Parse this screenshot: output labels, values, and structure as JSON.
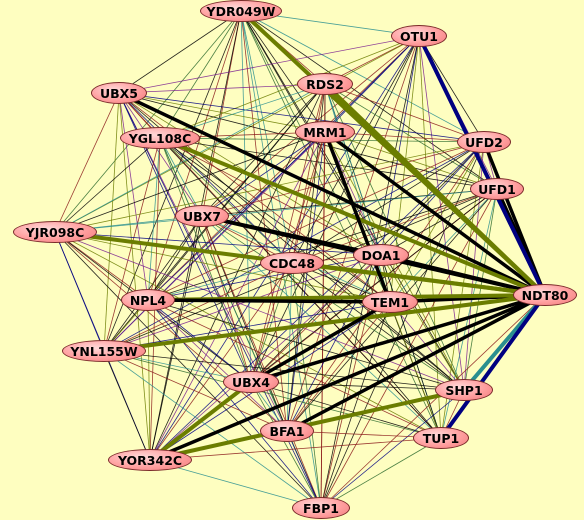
{
  "graph": {
    "background": "#fefec0",
    "node_fill": "#ff9f9f",
    "nodes": [
      {
        "id": "YDR049W",
        "label": "YDR049W"
      },
      {
        "id": "OTU1",
        "label": "OTU1"
      },
      {
        "id": "UBX5",
        "label": "UBX5"
      },
      {
        "id": "RDS2",
        "label": "RDS2"
      },
      {
        "id": "YGL108C",
        "label": "YGL108C"
      },
      {
        "id": "MRM1",
        "label": "MRM1"
      },
      {
        "id": "UFD2",
        "label": "UFD2"
      },
      {
        "id": "UFD1",
        "label": "UFD1"
      },
      {
        "id": "UBX7",
        "label": "UBX7"
      },
      {
        "id": "YJR098C",
        "label": "YJR098C"
      },
      {
        "id": "DOA1",
        "label": "DOA1"
      },
      {
        "id": "CDC48",
        "label": "CDC48"
      },
      {
        "id": "NDT80",
        "label": "NDT80"
      },
      {
        "id": "NPL4",
        "label": "NPL4"
      },
      {
        "id": "TEM1",
        "label": "TEM1"
      },
      {
        "id": "YNL155W",
        "label": "YNL155W"
      },
      {
        "id": "UBX4",
        "label": "UBX4"
      },
      {
        "id": "SHP1",
        "label": "SHP1"
      },
      {
        "id": "BFA1",
        "label": "BFA1"
      },
      {
        "id": "TUP1",
        "label": "TUP1"
      },
      {
        "id": "YOR342C",
        "label": "YOR342C"
      },
      {
        "id": "FBP1",
        "label": "FBP1"
      }
    ],
    "edge_colors": {
      "black": "#000000",
      "olive": "#6b7d00",
      "navy": "#000080",
      "teal": "#2a8f8f",
      "brown": "#8b1a1a",
      "purple": "#7a1f8f",
      "green": "#2e6b2e"
    },
    "thick_edges": [
      {
        "from": "NDT80",
        "to": "UBX5",
        "color": "black"
      },
      {
        "from": "NDT80",
        "to": "MRM1",
        "color": "black"
      },
      {
        "from": "NDT80",
        "to": "UBX7",
        "color": "black"
      },
      {
        "from": "NDT80",
        "to": "DOA1",
        "color": "black"
      },
      {
        "from": "NDT80",
        "to": "TEM1",
        "color": "black"
      },
      {
        "from": "NDT80",
        "to": "UBX4",
        "color": "black"
      },
      {
        "from": "NDT80",
        "to": "BFA1",
        "color": "black"
      },
      {
        "from": "NDT80",
        "to": "YOR342C",
        "color": "black"
      },
      {
        "from": "NDT80",
        "to": "UFD1",
        "color": "black"
      },
      {
        "from": "NDT80",
        "to": "UFD2",
        "color": "black"
      },
      {
        "from": "NDT80",
        "to": "OTU1",
        "color": "navy"
      },
      {
        "from": "NDT80",
        "to": "RDS2",
        "color": "olive"
      },
      {
        "from": "NDT80",
        "to": "YDR049W",
        "color": "olive"
      },
      {
        "from": "NDT80",
        "to": "YGL108C",
        "color": "olive"
      },
      {
        "from": "NDT80",
        "to": "YJR098C",
        "color": "olive"
      },
      {
        "from": "NDT80",
        "to": "CDC48",
        "color": "olive"
      },
      {
        "from": "NDT80",
        "to": "YNL155W",
        "color": "olive"
      },
      {
        "from": "NDT80",
        "to": "NPL4",
        "color": "olive"
      },
      {
        "from": "NDT80",
        "to": "SHP1",
        "color": "teal"
      },
      {
        "from": "NDT80",
        "to": "TUP1",
        "color": "navy"
      },
      {
        "from": "TEM1",
        "to": "NPL4",
        "color": "black"
      },
      {
        "from": "TEM1",
        "to": "UBX4",
        "color": "black"
      },
      {
        "from": "DOA1",
        "to": "UBX7",
        "color": "black"
      },
      {
        "from": "UBX4",
        "to": "YOR342C",
        "color": "olive"
      },
      {
        "from": "SHP1",
        "to": "YOR342C",
        "color": "olive"
      },
      {
        "from": "MRM1",
        "to": "TEM1",
        "color": "black"
      }
    ],
    "thin_palette": [
      "black",
      "brown",
      "olive",
      "teal",
      "purple",
      "green",
      "navy",
      "black",
      "brown",
      "black"
    ]
  }
}
